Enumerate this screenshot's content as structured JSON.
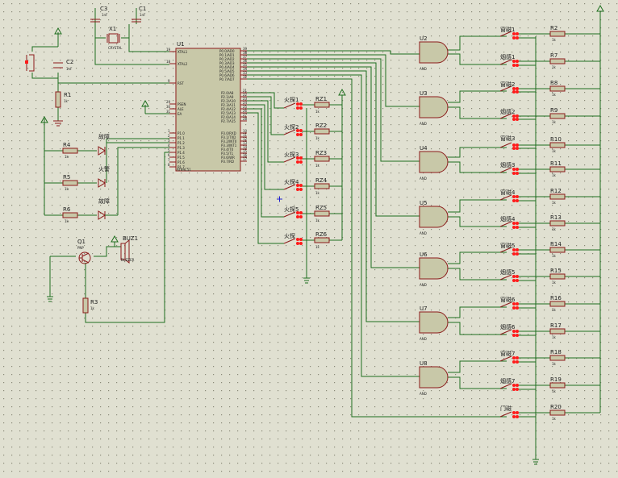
{
  "labels": {
    "u1": "U1",
    "u1_part": "AT89C51",
    "x1": "X1",
    "x1_part": "CRYSTAL",
    "c1": "C1",
    "c1_val": "1nF",
    "c2": "C2",
    "c2_val": "1nF",
    "c3": "C3",
    "c3_val": "1nF",
    "r1": "R1",
    "r1_val": "1k",
    "r3": "R3",
    "r3_val": "1k",
    "q1": "Q1",
    "q1_part": "PNP",
    "buz1": "BUZ1",
    "buz1_part": "BUZZER",
    "r4": "R4",
    "r5": "R5",
    "r6": "R6",
    "r_val": "1k",
    "led_1": "故障",
    "led_2": "火警",
    "led_3": "故障",
    "fire_1": "火探1",
    "fire_2": "火探2",
    "fire_3": "火探3",
    "fire_4": "火探4",
    "fire_5": "火探5",
    "fire_6": "火探",
    "rz21": "RZ1",
    "rz22": "RZ2",
    "rz23": "RZ3",
    "rz24": "RZ4",
    "rz25": "RZ5",
    "rz26": "RZ6",
    "rz_val": "1k",
    "u2": "U2",
    "u3": "U3",
    "u4": "U4",
    "u5": "U5",
    "u6": "U6",
    "u7": "U7",
    "u8": "U8",
    "and_part": "AND",
    "win1": "窗磁1",
    "sm1": "烟感1",
    "win2": "窗磁2",
    "sm2": "烟感2",
    "win3": "窗磁3",
    "sm3": "烟感3",
    "win4": "窗磁4",
    "sm4": "烟感4",
    "win5": "窗磁5",
    "sm5": "烟感5",
    "win6": "窗磁6",
    "sm6": "烟感6",
    "win7": "窗磁7",
    "sm7": "烟感7",
    "door": "门磁",
    "r2": "R2",
    "r7": "R7",
    "r8": "R8",
    "r9": "R9",
    "r10": "R10",
    "r11": "R11",
    "r12": "R12",
    "r13": "R13",
    "r14": "R14",
    "r15": "R15",
    "r16": "R16",
    "r17": "R17",
    "r18": "R18",
    "r19": "R19",
    "r20": "R20",
    "pin_xtal1": "XTAL1",
    "pin_xtal2": "XTAL2",
    "pin_rst": "RST",
    "pin_psen": "PSEN",
    "pin_ale": "ALE",
    "pin_ea": "EA",
    "p10": "P1.0",
    "p11": "P1.1",
    "p12": "P1.2",
    "p13": "P1.3",
    "p14": "P1.4",
    "p15": "P1.5",
    "p16": "P1.6",
    "p17": "P1.7",
    "p00": "P0.0/AD0",
    "p01": "P0.1/AD1",
    "p02": "P0.2/AD2",
    "p03": "P0.3/AD3",
    "p04": "P0.4/AD4",
    "p05": "P0.5/AD5",
    "p06": "P0.6/AD6",
    "p07": "P0.7/AD7",
    "p20": "P2.0/A8",
    "p21": "P2.1/A9",
    "p22": "P2.2/A10",
    "p23": "P2.3/A11",
    "p24": "P2.4/A12",
    "p25": "P2.5/A13",
    "p26": "P2.6/A14",
    "p27": "P2.7/A15",
    "p30": "P3.0/RXD",
    "p31": "P3.1/TXD",
    "p32": "P3.2/INT0",
    "p33": "P3.3/INT1",
    "p34": "P3.4/T0",
    "p35": "P3.5/T1",
    "p36": "P3.6/WR",
    "p37": "P3.7/RD",
    "n19": "19",
    "n18": "18",
    "n9": "9",
    "n29": "29",
    "n30": "30",
    "n31": "31",
    "n1": "1",
    "n2": "2",
    "n3": "3",
    "n4": "4",
    "n5": "5",
    "n6": "6",
    "n7": "7",
    "n8": "8",
    "n39": "39",
    "n38": "38",
    "n37": "37",
    "n36": "36",
    "n35": "35",
    "n34": "34",
    "n33": "33",
    "n32": "32",
    "n21": "21",
    "n22": "22",
    "n23": "23",
    "n24": "24",
    "n25": "25",
    "n26": "26",
    "n27": "27",
    "n28": "28",
    "n10": "10",
    "n11": "11",
    "n12": "12",
    "n13": "13",
    "n14": "14",
    "n15": "15",
    "n16": "16",
    "n17": "17"
  }
}
